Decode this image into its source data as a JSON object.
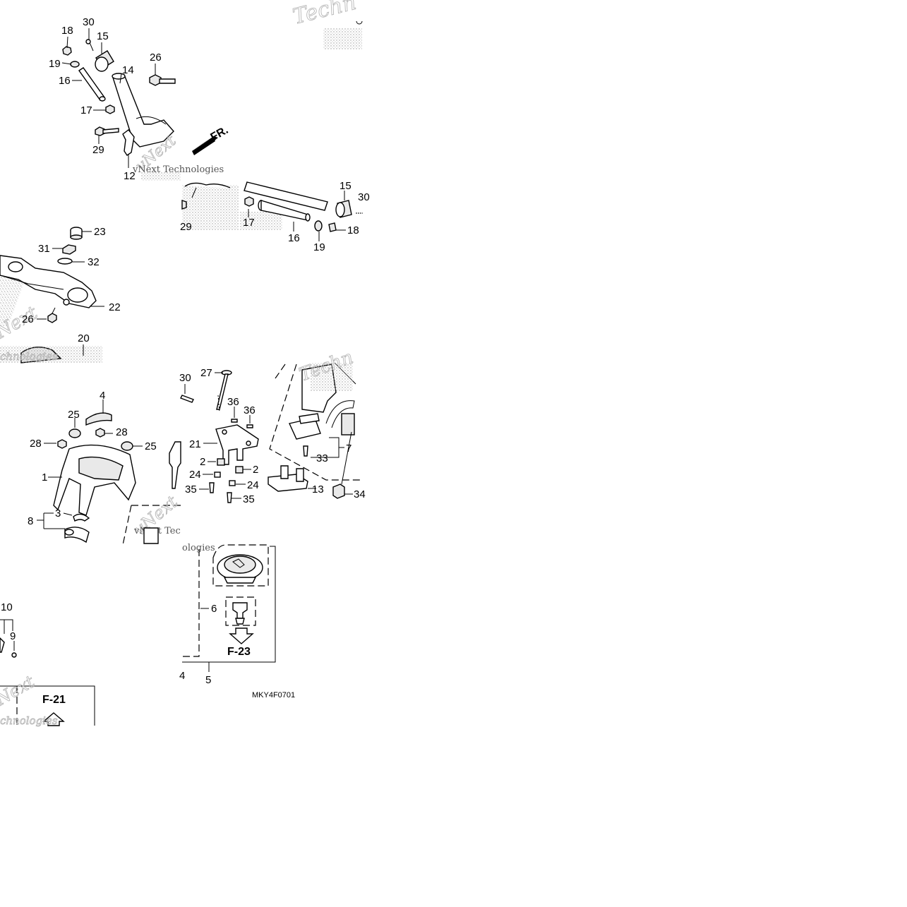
{
  "diagram": {
    "part_labels": {
      "p18": "18",
      "p30": "30",
      "p15": "15",
      "p19": "19",
      "p26": "26",
      "p14": "14",
      "p16": "16",
      "p17": "17",
      "p29": "29",
      "p12": "12",
      "q15": "15",
      "q17": "17",
      "q16": "16",
      "q19": "19",
      "q18": "18",
      "q29": "29",
      "p23": "23",
      "p31": "31",
      "p32": "32",
      "p22": "22",
      "q26": "26",
      "p20": "20",
      "p4": "4",
      "p25a": "25",
      "p28a": "28",
      "p28b": "28",
      "p25b": "25",
      "p1": "1",
      "p3": "3",
      "p8": "8",
      "p27": "27",
      "q30": "30",
      "p36a": "36",
      "p36b": "36",
      "p21": "21",
      "p2a": "2",
      "p2b": "2",
      "p24a": "24",
      "p24b": "24",
      "p35a": "35",
      "p35b": "35",
      "p33": "33",
      "p7": "7",
      "p13": "13",
      "p34": "34",
      "p6": "6",
      "p5": "5",
      "p10": "10",
      "p9": "9"
    },
    "references": {
      "f23": "F-23",
      "f21": "F-21"
    },
    "direction_marker": "FR.",
    "drawing_code": "MKY4F0701",
    "watermark": {
      "brand": "vNext Technologies"
    }
  }
}
